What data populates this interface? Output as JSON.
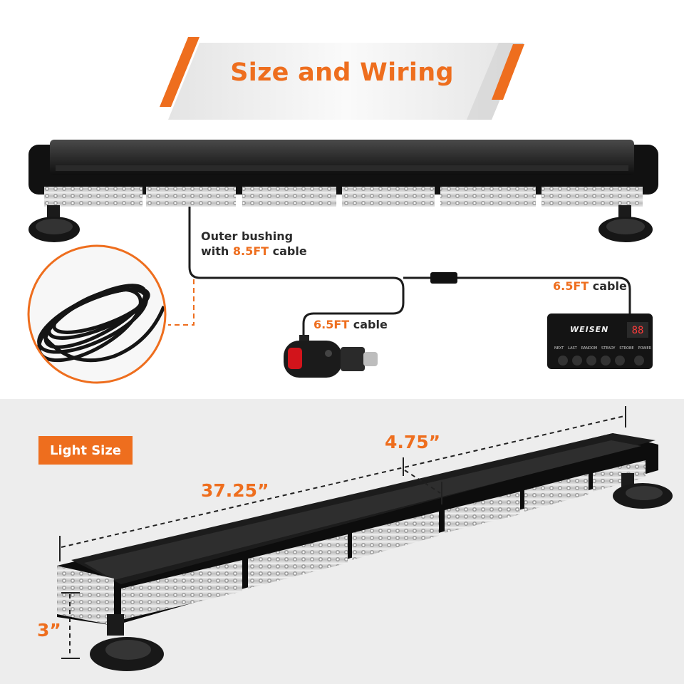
{
  "header": {
    "title": "Size and Wiring",
    "accent_color": "#ee6e1e"
  },
  "wiring": {
    "bushing_line1": "Outer bushing",
    "bushing_line2_prefix": "with ",
    "bushing_length": "8.5FT",
    "bushing_suffix": " cable",
    "plug_length": "6.5FT",
    "plug_suffix": " cable",
    "controller_length": "6.5FT",
    "controller_suffix": " cable"
  },
  "controller": {
    "brand": "WEISEN",
    "display": "88",
    "buttons": [
      "NEXT",
      "LAST",
      "RANDOM",
      "STEADY",
      "STROBE",
      "POWER"
    ]
  },
  "size": {
    "badge": "Light Size",
    "length": "37.25”",
    "width": "4.75”",
    "height": "3”"
  }
}
